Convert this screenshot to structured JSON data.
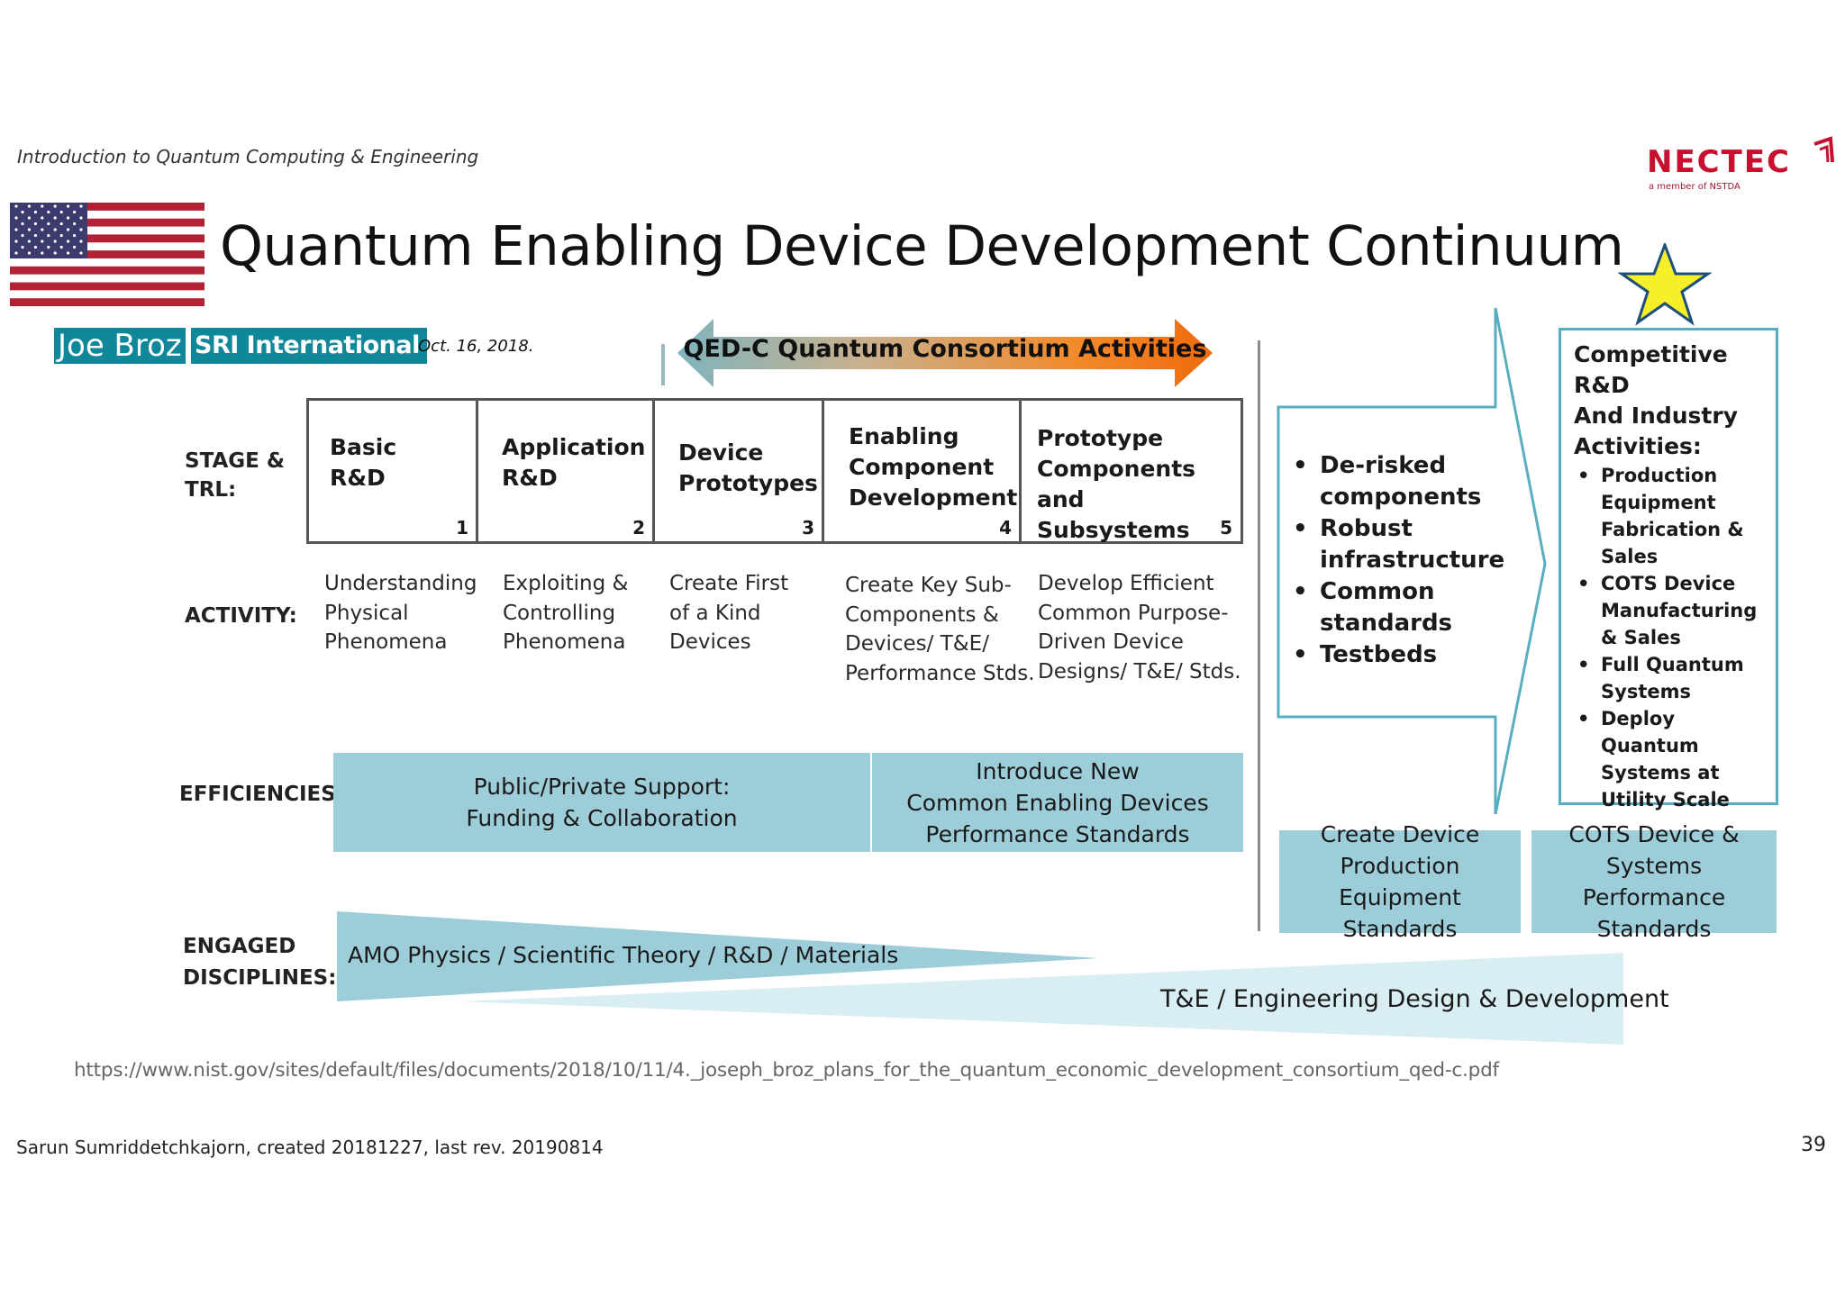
{
  "header": {
    "subtitle": "Introduction to Quantum Computing & Engineering",
    "title": "Quantum Enabling Device Development Continuum",
    "logo": {
      "name": "NECTEC",
      "tagline": "a member of NSTDA"
    }
  },
  "byline": {
    "author": "Joe Broz",
    "organization": "SRI International",
    "date": "Oct. 16, 2018."
  },
  "banner": {
    "label": "QED-C Quantum Consortium Activities"
  },
  "rows": {
    "stage": "STAGE &\nTRL:",
    "activity": "ACTIVITY:",
    "efficiencies": "EFFICIENCIES:",
    "disciplines": "ENGAGED\nDISCIPLINES:"
  },
  "stages": [
    {
      "label": "Basic\nR&D",
      "trl": "1",
      "activity": "Understanding\nPhysical\nPhenomena"
    },
    {
      "label": "Application\nR&D",
      "trl": "2",
      "activity": "Exploiting &\nControlling\nPhenomena"
    },
    {
      "label": "Device\nPrototypes",
      "trl": "3",
      "activity": "Create First\nof a Kind\nDevices"
    },
    {
      "label": "Enabling\nComponent\nDevelopment",
      "trl": "4",
      "activity": "Create Key Sub-\nComponents &\nDevices/ T&E/\nPerformance Stds."
    },
    {
      "label": "Prototype\nComponents\nand Subsystems",
      "trl": "5",
      "activity": "Develop Efficient\nCommon Purpose-\nDriven Device\nDesigns/ T&E/ Stds."
    }
  ],
  "efficiencies": [
    "Public/Private Support:\nFunding & Collaboration",
    "Introduce New\nCommon Enabling Devices\nPerformance Standards",
    "Create Device\nProduction Equipment\nStandards",
    "COTS Device &\nSystems Performance\nStandards"
  ],
  "transition_bullets": [
    "De-risked components",
    "Robust infrastructure",
    "Common standards",
    "Testbeds"
  ],
  "competitive": {
    "title": "Competitive R&D\nAnd Industry\nActivities:",
    "items": [
      "Production Equipment Fabrication & Sales",
      "COTS Device Manufacturing & Sales",
      "Full Quantum Systems",
      "Deploy Quantum Systems at Utility Scale"
    ]
  },
  "disciplines": {
    "science": "AMO Physics / Scientific Theory / R&D / Materials",
    "engineering": "T&E / Engineering Design & Development"
  },
  "source_url": "https://www.nist.gov/sites/default/files/documents/2018/10/11/4._joseph_broz_plans_for_the_quantum_economic_development_consortium_qed-c.pdf",
  "footer": {
    "credit": "Sarun Sumriddetchkajorn, created 20181227, last rev. 20190814",
    "page": "39"
  },
  "colors": {
    "teal": "#9ccdd8",
    "teal_border": "#58aebe",
    "light_teal": "#d8eef2",
    "banner_orange": "#f07a1a",
    "banner_teal": "#7fb4bd",
    "star": "#f5ef2a",
    "logo_red": "#c8102e"
  }
}
